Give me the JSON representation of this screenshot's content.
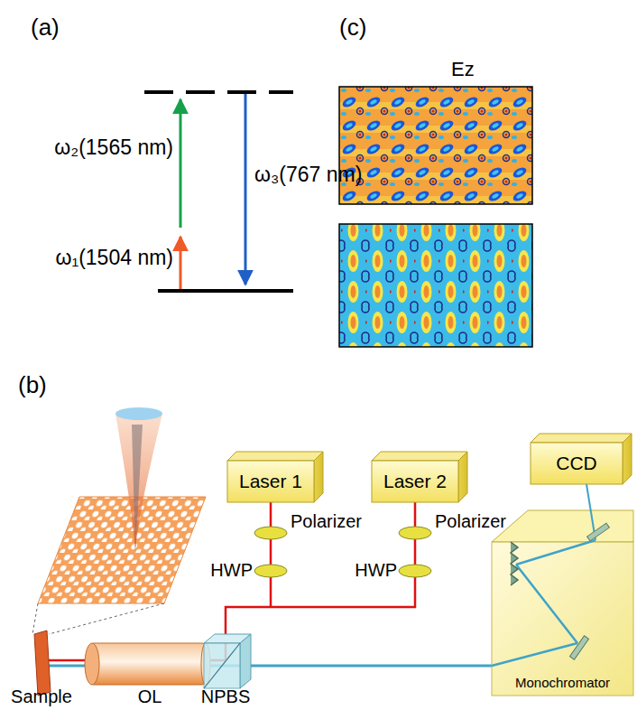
{
  "diagram": {
    "nodes": [
      {
        "text": [
          "Laser 1"
        ]
      },
      {
        "text": [
          "Laser 2"
        ]
      },
      {
        "text": [
          "CCD"
        ]
      },
      {
        "text": [
          "Monochromator"
        ]
      }
    ],
    "labels": [
      "(a)",
      "(c)",
      "Ez",
      "ω₂(1565 nm)",
      "ω₃(767 nm)",
      "ω₁(1504 nm)",
      "(b)",
      "Polarizer",
      "Polarizer",
      "HWP",
      "HWP",
      "Sample",
      "OL",
      "NPBS"
    ]
  }
}
